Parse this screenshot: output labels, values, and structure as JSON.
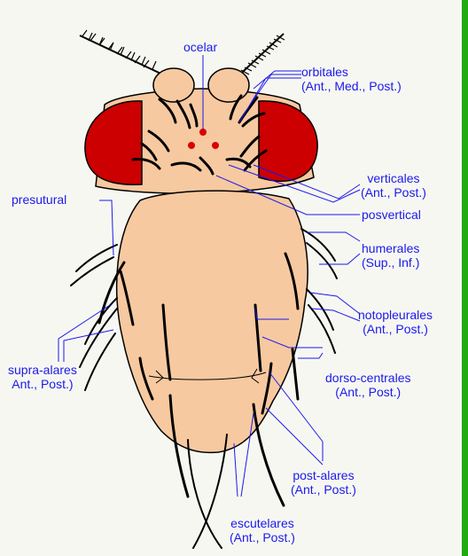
{
  "colors": {
    "body": "#f7c9a0",
    "eye": "#cc0000",
    "outline": "#000000",
    "label": "#1a1aee",
    "frame": "#22aa11"
  },
  "labels": {
    "ocelar": "ocelar",
    "orbitales": {
      "line1": "orbitales",
      "line2": "(Ant., Med., Post.)"
    },
    "verticales": {
      "line1": "verticales",
      "line2": "(Ant., Post.)"
    },
    "posvertical": "posvertical",
    "presutural": "presutural",
    "humerales": {
      "line1": "humerales",
      "line2": "(Sup., Inf.)"
    },
    "notopleurales": {
      "line1": "notopleurales",
      "line2": "(Ant., Post.)"
    },
    "supra_alares": {
      "line1": "supra-alares",
      "line2": "Ant., Post.)"
    },
    "dorso_centrales": {
      "line1": "dorso-centrales",
      "line2": "(Ant., Post.)"
    },
    "post_alares": {
      "line1": "post-alares",
      "line2": "(Ant., Post.)"
    },
    "escutelares": {
      "line1": "escutelares",
      "line2": "(Ant., Post.)"
    }
  }
}
